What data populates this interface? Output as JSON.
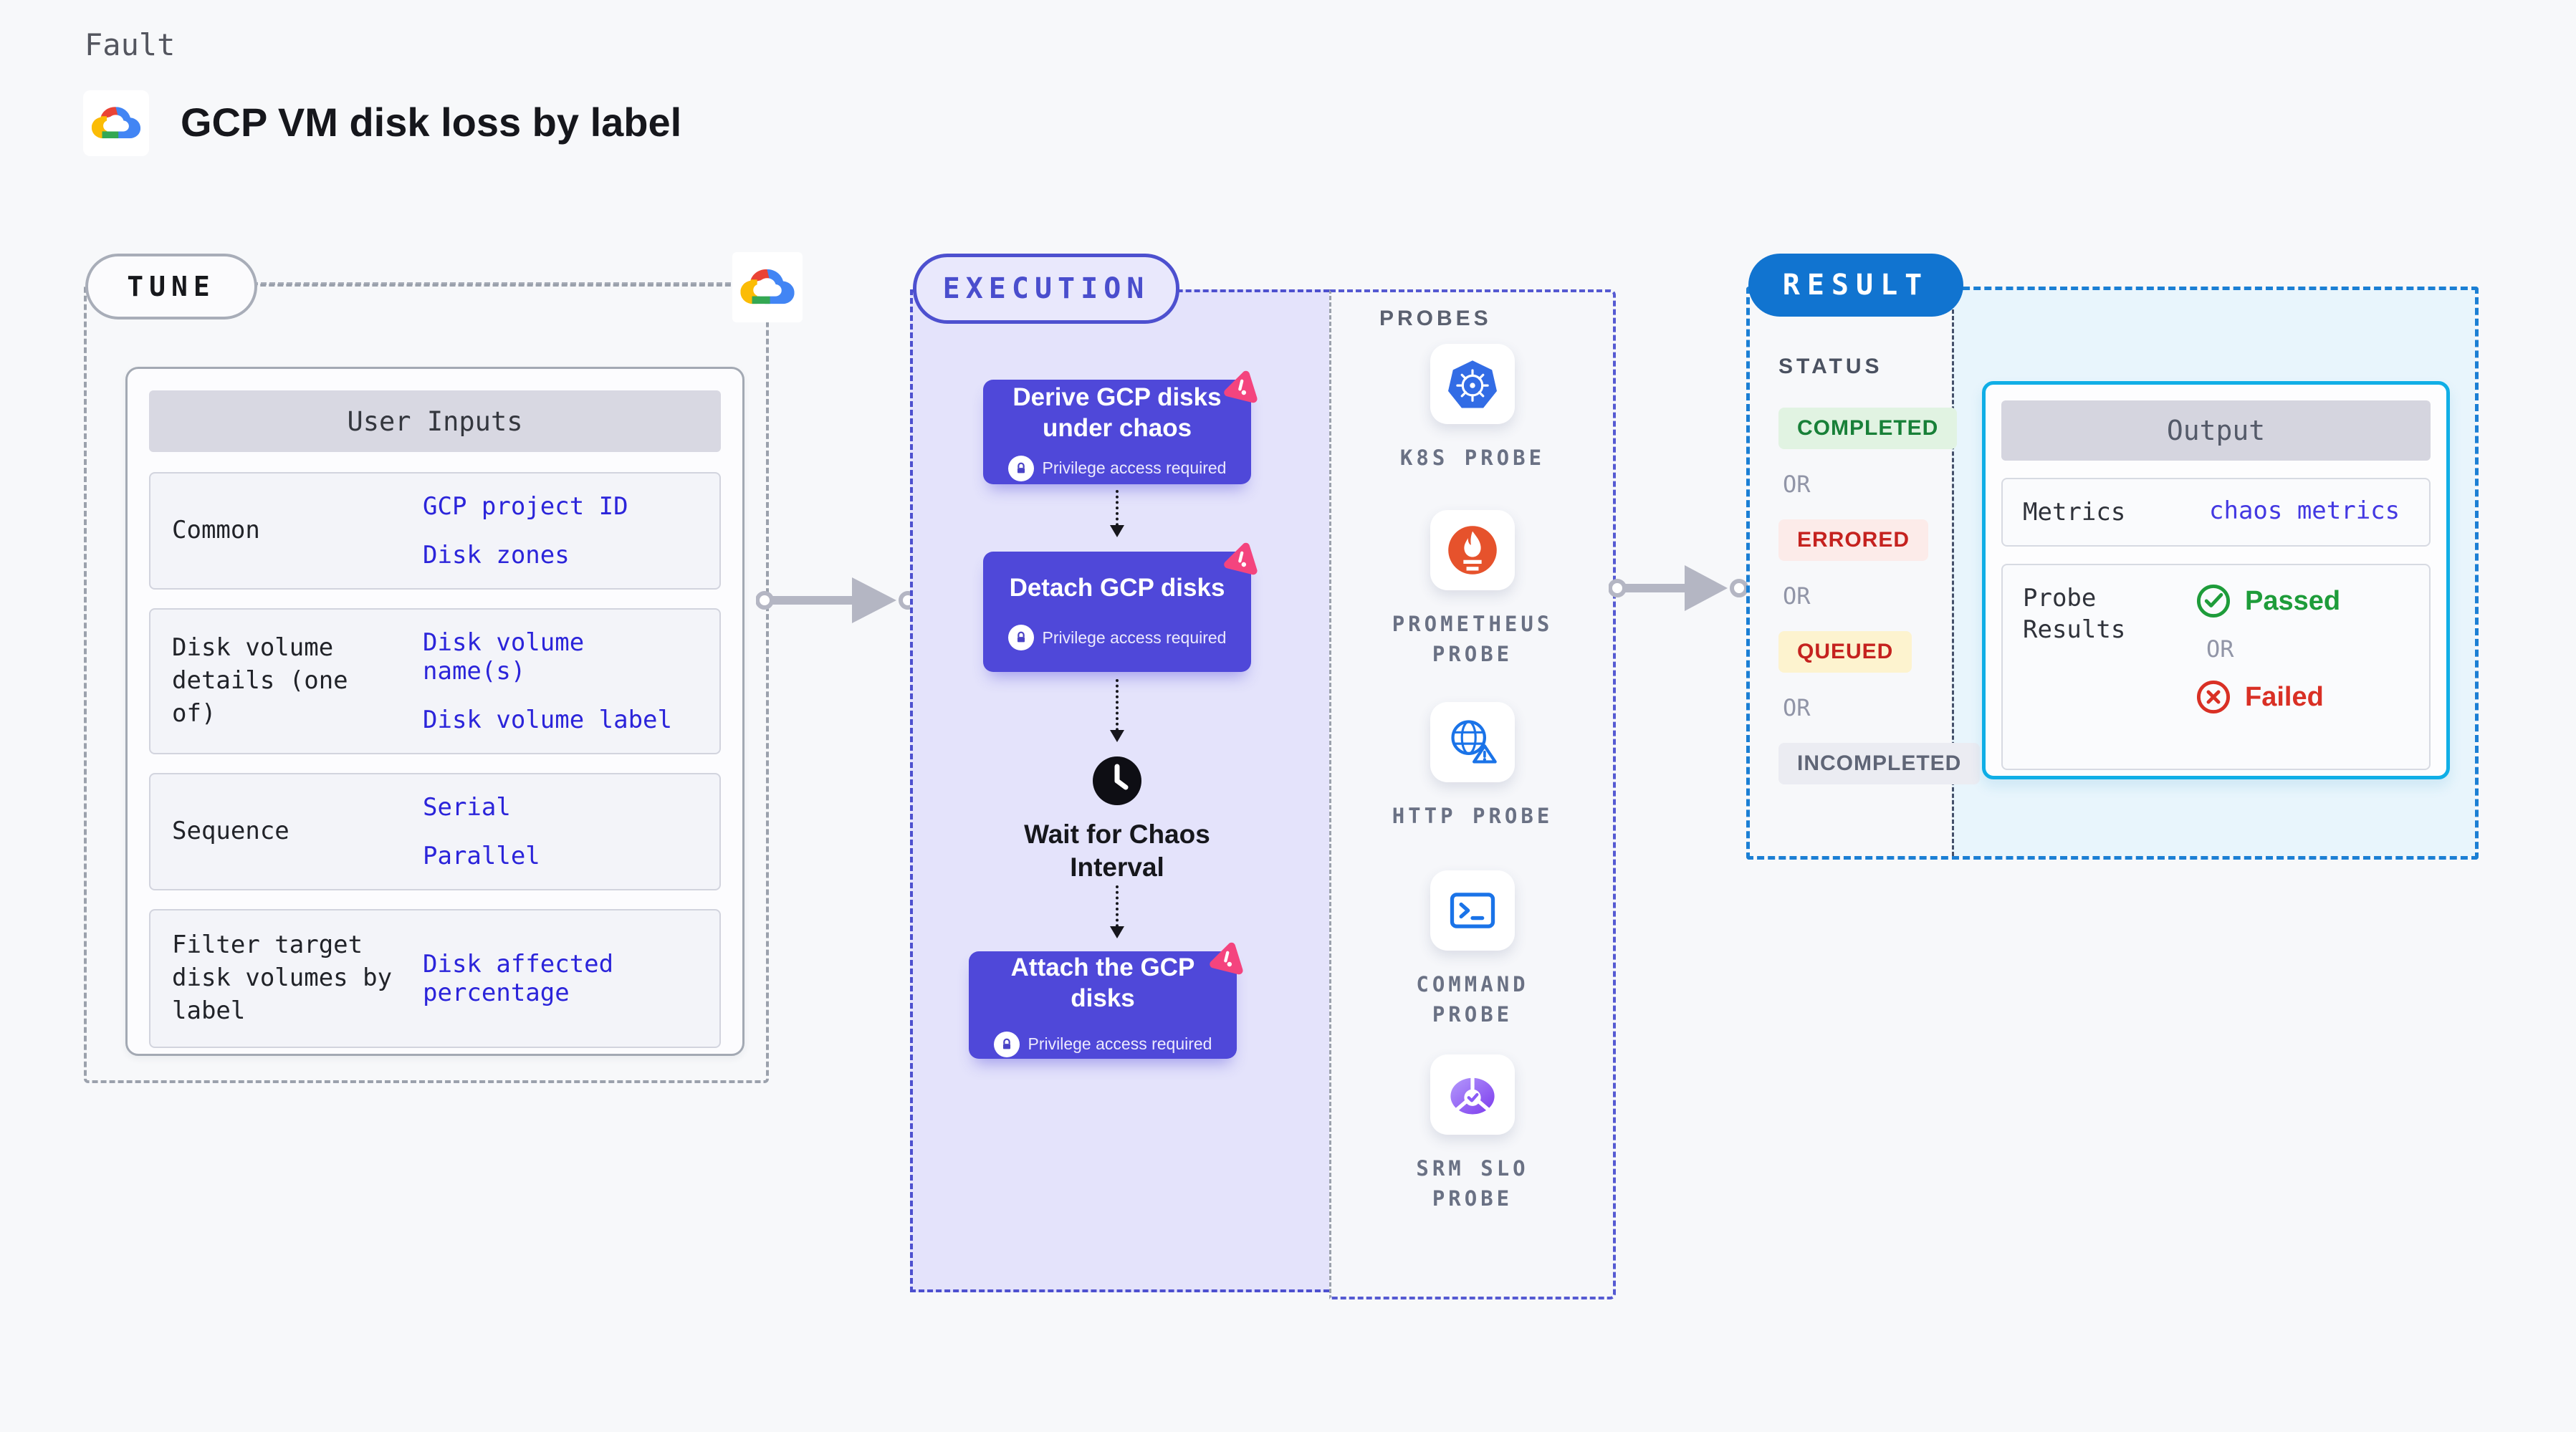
{
  "page": {
    "kicker": "Fault",
    "title": "GCP VM disk loss by label"
  },
  "tune": {
    "badge": "TUNE",
    "table": {
      "header": "User Inputs",
      "rows": [
        {
          "label": "Common",
          "values": [
            "GCP project ID",
            "Disk zones"
          ]
        },
        {
          "label": "Disk volume details (one of)",
          "values": [
            "Disk volume name(s)",
            "Disk volume label"
          ]
        },
        {
          "label": "Sequence",
          "values": [
            "Serial",
            "Parallel"
          ]
        },
        {
          "label": "Filter target disk volumes by label",
          "values": [
            "Disk affected percentage"
          ]
        }
      ]
    }
  },
  "execution": {
    "badge": "EXECUTION",
    "steps": [
      {
        "title": "Derive GCP disks under chaos",
        "note": "Privilege access required"
      },
      {
        "title": "Detach GCP disks",
        "note": "Privilege access required"
      },
      {
        "title": "Attach the GCP disks",
        "note": "Privilege access required"
      }
    ],
    "wait_label": "Wait for Chaos Interval"
  },
  "probes": {
    "label": "PROBES",
    "items": [
      {
        "name": "K8S PROBE",
        "icon": "kubernetes-icon"
      },
      {
        "name": "PROMETHEUS PROBE",
        "icon": "prometheus-icon"
      },
      {
        "name": "HTTP PROBE",
        "icon": "http-globe-icon"
      },
      {
        "name": "COMMAND PROBE",
        "icon": "terminal-icon"
      },
      {
        "name": "SRM SLO PROBE",
        "icon": "slo-gauge-icon"
      }
    ]
  },
  "result": {
    "badge": "RESULT",
    "status_label": "STATUS",
    "or": "OR",
    "statuses": [
      {
        "label": "COMPLETED",
        "fg": "#188038",
        "bg": "#e1f3e2"
      },
      {
        "label": "ERRORED",
        "fg": "#c5221f",
        "bg": "#fcebe9"
      },
      {
        "label": "QUEUED",
        "fg": "#c5221f",
        "bg": "#fdf3cf"
      },
      {
        "label": "INCOMPLETED",
        "fg": "#5f6576",
        "bg": "#ebecf2"
      }
    ],
    "output": {
      "header": "Output",
      "metrics_label": "Metrics",
      "metrics_value": "chaos metrics",
      "probe_results_label": "Probe Results",
      "passed": "Passed",
      "failed": "Failed"
    }
  },
  "colors": {
    "page_bg": "#f7f8fa",
    "execution_fill": "#e4e3fb",
    "execution_dash": "#4d50cf",
    "step_card": "#4f48d9",
    "litmus_pink": "#f4447e",
    "tune_dash": "#9ba1ac",
    "result_dash": "#1b7fd4",
    "result_pill": "#1174d0",
    "output_border": "#10aee6",
    "link_blue": "#2b24da",
    "metrics_link": "#4338e2",
    "passed_green": "#1e9c3a",
    "failed_red": "#d93025",
    "kubernetes_blue": "#326ce5",
    "prometheus_orange": "#e6522c",
    "gcp_red": "#ea4335",
    "gcp_blue": "#4285f4",
    "gcp_yellow": "#fbbc05",
    "gcp_green": "#34a853"
  }
}
